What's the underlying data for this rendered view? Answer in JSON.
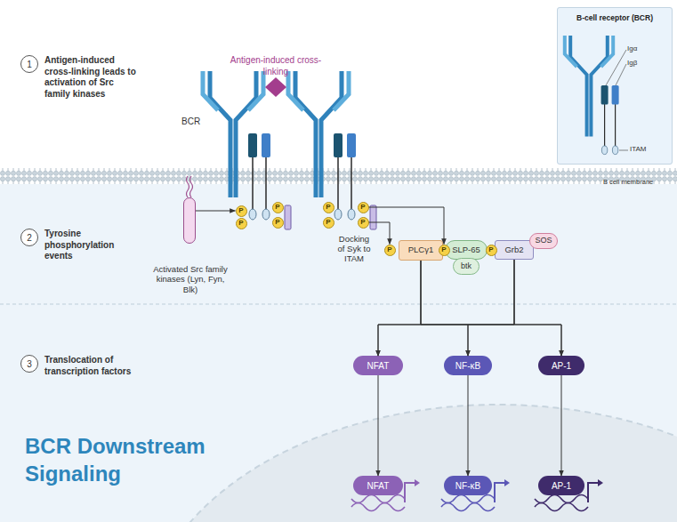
{
  "diagram": {
    "title": "BCR Downstream Signaling",
    "nodes": [
      {
        "text": [
          "1"
        ]
      },
      {
        "text": [
          "2"
        ]
      },
      {
        "text": [
          "3"
        ]
      },
      {
        "text": [
          "B-cell receptor (BCR)"
        ]
      },
      {
        "text": [
          "Activated Src family kinases (Lyn, Fyn, Blk)"
        ]
      },
      {
        "text": [
          "P"
        ]
      },
      {
        "text": [
          "P"
        ]
      },
      {
        "text": [
          "P"
        ]
      },
      {
        "text": [
          "P"
        ]
      },
      {
        "text": [
          "P"
        ]
      },
      {
        "text": [
          "P"
        ]
      },
      {
        "text": [
          "P"
        ]
      },
      {
        "text": [
          "P"
        ]
      },
      {
        "text": [
          "P"
        ]
      },
      {
        "text": [
          "PLCγ1"
        ]
      },
      {
        "text": [
          "P"
        ]
      },
      {
        "text": [
          "SLP-65"
        ]
      },
      {
        "text": [
          "btk"
        ]
      },
      {
        "text": [
          "P"
        ]
      },
      {
        "text": [
          "Grb2"
        ]
      },
      {
        "text": [
          "SOS"
        ]
      },
      {
        "text": [
          "NFAT"
        ]
      },
      {
        "text": [
          "NF-κB"
        ]
      },
      {
        "text": [
          "AP-1"
        ]
      },
      {
        "text": [
          "NFAT"
        ]
      },
      {
        "text": [
          "NF-κB"
        ]
      },
      {
        "text": [
          "AP-1"
        ]
      }
    ],
    "edges": [
      {
        "from": 4,
        "to": 5,
        "arrow": "to"
      },
      {
        "from": 11,
        "to": 15,
        "arrow": "to"
      },
      {
        "from": 12,
        "to": 13,
        "arrow": "to"
      },
      {
        "from": 14,
        "to": 21,
        "arrow": "to"
      },
      {
        "from": 14,
        "to": 22,
        "arrow": "to"
      },
      {
        "from": 14,
        "to": 23,
        "arrow": "to"
      },
      {
        "from": 19,
        "to": 21,
        "arrow": "to"
      },
      {
        "from": 19,
        "to": 22,
        "arrow": "to"
      },
      {
        "from": 19,
        "to": 23,
        "arrow": "to"
      },
      {
        "from": 21,
        "to": 24,
        "arrow": "to"
      },
      {
        "from": 22,
        "to": 25,
        "arrow": "to"
      },
      {
        "from": 23,
        "to": 26,
        "arrow": "to"
      }
    ],
    "labels": [
      "Antigen-induced cross-linking leads to activation of Src family kinases",
      "Tyrosine phosphorylation events",
      "Translocation of transcription factors",
      "Antigen-induced cross-linking",
      "BCR",
      "B cell membrane",
      "Docking of Syk to ITAM",
      "Igα",
      "Igβ",
      "ITAM"
    ]
  }
}
